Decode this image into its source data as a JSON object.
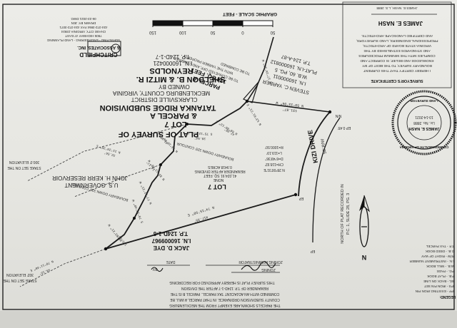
{
  "title_block": {
    "line1": "PLAT OF SURVEY OF",
    "line2": "LOT 7",
    "line3": "& PARCEL A",
    "line4": "TATANKA RIDGE SUBDIVISION",
    "line5": "CLARKSVILLE DISTRICT",
    "line6": "MECKLENBURG COUNTY, VIRGINIA",
    "line7": "OWNED BY",
    "line8": "SHELDON B. & MITZI R.",
    "line9": "REYNOLDS",
    "line10": "I.N. 160000421",
    "line11": "T.P. 124D-1-7"
  },
  "surveyor_logo": {
    "name_line1": "CRITCHFIELD",
    "name_line2": "& ASSOCIATES, INC.",
    "address_line1": "SURVEYING - ENGINEERING - LAND PLANNING",
    "address_line2": "7905 HIGHWAY 47 EAST",
    "address_line3": "CHASE CITY, VIRGINIA 23924",
    "address_line4": "434-372-3864  FAX 434-372-3071",
    "address_line5": "DRAWN BY: JEN",
    "address_line6": "06-23-2021  DWG"
  },
  "graphic_scale": {
    "title": "GRAPHIC SCALE - FEET",
    "ticks": [
      "150",
      "100",
      "50",
      "0",
      "50"
    ]
  },
  "certification": {
    "heading": "SURVEYOR'S CERTIFICATE",
    "lines": [
      "I HEREBY CERTIFY THAT THIS CURRENT",
      "BOUNDARY SURVEY, TO THE BEST OF MY",
      "KNOWLEDGE AND BELIEF, IS CORRECT AND",
      "COMPLIES WITH THE MINIMUM PROCEDURES",
      "AND STANDARDS ESTABLISHED BY THE",
      "VIRGINIA STATE BOARD OF ARCHITECTS,",
      "PROFESSIONAL ENGINEERS, LAND SURVEYORS,",
      "AND CERTIFIED LANDSCAPE ARCHITECTS."
    ],
    "signature": "JAMES E. NASH",
    "signature_line": "JAMES E. NASH, L.S. 2888"
  },
  "seal": {
    "ring_text": "COMMONWEALTH OF VIRGINIA",
    "ring_text_bottom": "LAND SURVEYOR",
    "name": "JAMES E. NASH",
    "lic": "Lic. No. 2888",
    "date": "10-14-2021"
  },
  "parcel_a": {
    "label": "PARCEL A",
    "area": "124 SQ. FEET",
    "note1": "TO BE COMBINED",
    "note2": "TO BE CONVEYED OFF, AND COMBINED",
    "note3": "WITH THE YARBER PROPERTY"
  },
  "yarber": {
    "line1": "STEVEN C. YARBER",
    "line2": "I.N. 160000011",
    "line3": "W.B. 60, PG. 5",
    "line4": "PLAT-I.N. 160000812",
    "line5": "T.P. 124-A-87"
  },
  "lot7": {
    "label": "LOT 7",
    "line2": "NONE",
    "line3": "41,024.91 SQ. FEET",
    "line4": "REMAINDER AFTER DIVIDING",
    "line5": "0.9418 ACRES"
  },
  "dye": {
    "line1": "JACK D. DYE",
    "line2": "I.N. 160009967",
    "line3": "T.P. 124D-1-6"
  },
  "government": {
    "line1": "U.S. GOVERNMENT",
    "line2": "JOHN H. KERR RESERVOIR"
  },
  "road": {
    "name": "KIZI DRIVE",
    "width": "50' R/W"
  },
  "curve": {
    "line1": "R=1000.50'",
    "line2": "L=119.19'",
    "line3": "D=6°49'36\"",
    "line4": "CH=118.92'",
    "line5": "N 28°00'31\"E"
  },
  "bearings": [
    "N 50°33'06\" W",
    "131.87'",
    "S 78°10'40\" W",
    "N 77°52'21\" W",
    "N 35°12'48\" W",
    "14.17'",
    "N 74°18'00\" E",
    "43.15'",
    "S 75°12'44\" E",
    "38.94'",
    "N 68°08'13\" E",
    "47.38'",
    "N 53°01'21\" E",
    "S 17°16'32\" W",
    "N 14°56'58\" E",
    "112.40'",
    "N 88°24'55\" E",
    "20.90'",
    "N 59°41'33\" E",
    "61.52'",
    "S 58°11'00\" W",
    "228.87'",
    "N 70°11'48\" E",
    "44.15'",
    "N 74°58'40\" E",
    "28.46'",
    "N 11°20'35\" E",
    "32.56'",
    "N 74°15'50\" E",
    "417.35'",
    "S 25°03'21\" W",
    "121.55'"
  ],
  "contour": {
    "label1": "BOUNDARY DOWN 325' CONTOUR",
    "label2": "BOUNDARY DOWN 325' CONTOUR",
    "stake1": "STAKE SET ON THE",
    "stake1b": "300.0' ELEVATION",
    "stake2": "STAKE SET ON THE",
    "stake2b": "302' ELEVATION"
  },
  "points": {
    "ep": "EP",
    "ep2": "EP",
    "ep3": "EP 0.45'",
    "nn": "N/N",
    "ipf": "IPF",
    "ips": "IPS"
  },
  "north": {
    "note1": "NORTH OF PLAT RECORDED IN",
    "note2": "P.C. 1, SLIDE 28, PG. 3"
  },
  "approval": {
    "line1": "THIS SURVEY PLAT IS HEREBY APPROVED FOR RECORDING",
    "line2": "ZONING ADMINISTRATOR",
    "line3": "DATE",
    "line4": "BY",
    "line5": "ZONING"
  },
  "notes": {
    "line1": "THE PARCELS SHOWN ARE EXEMPT FROM THE MECKLENBURG",
    "line2": "COUNTY SUBDIVISION ORDINANCE. IN THAT PARCEL A WILL BE",
    "line3": "COMBINED WITH AN ADJACENT TAX PARCEL. PARCEL B IS THE",
    "line4": "REMAINDER OF T.P. 124D-1-7 AFTER THE DIVISION"
  },
  "legend": {
    "title": "LEGEND:",
    "items": [
      "IPF - EXISTING IRON PIN",
      "IPS - IRON PIN SET",
      "B/L - BACK ON LINE",
      "P.B. - PLAT BOOK",
      "PG. - PAGE",
      "W.B. - WILL BOOK",
      "I.N. - INSTRUMENT NUMBER",
      "R/W - RIGHT OF WAY",
      "D.B. - DEED BOOK",
      "T.P. - TAX PARCEL"
    ]
  }
}
